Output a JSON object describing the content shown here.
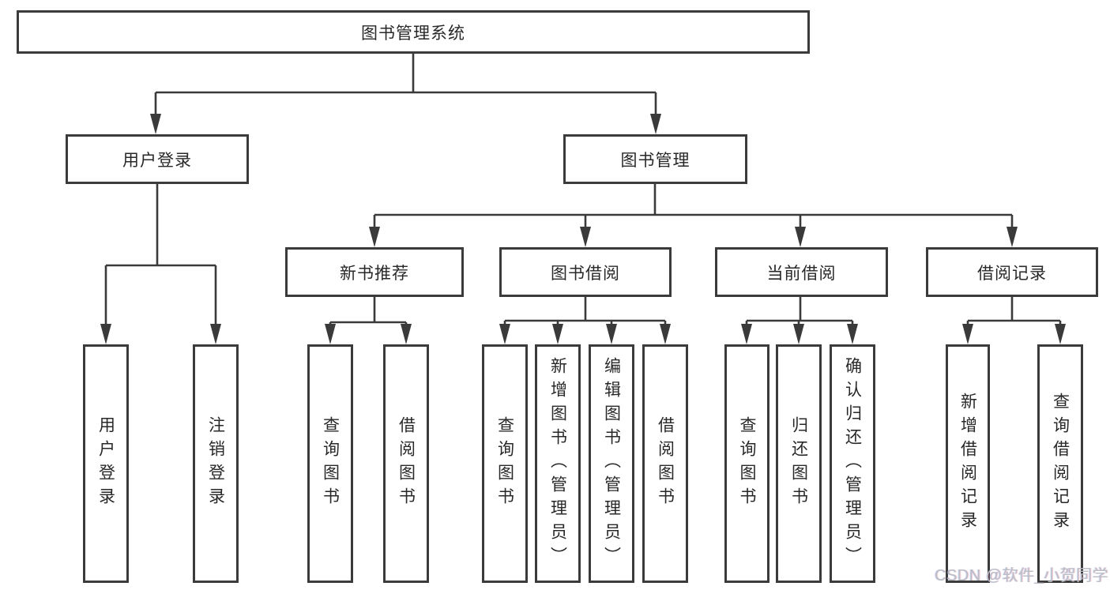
{
  "diagram": {
    "line_color": "#3a3a3a",
    "box_border_color": "#3b3b3b",
    "text_color": "#282828",
    "background_color": "#ffffff"
  },
  "tree": {
    "root": "图书管理系统",
    "children": [
      {
        "label": "用户登录",
        "children": [
          "用户登录",
          "注销登录"
        ]
      },
      {
        "label": "图书管理",
        "children": [
          {
            "label": "新书推荐",
            "children": [
              "查询图书",
              "借阅图书"
            ]
          },
          {
            "label": "图书借阅",
            "children": [
              "查询图书",
              "新增图书（管理员）",
              "编辑图书（管理员）",
              "借阅图书"
            ]
          },
          {
            "label": "当前借阅",
            "children": [
              "查询图书",
              "归还图书",
              "确认归还（管理员）"
            ]
          },
          {
            "label": "借阅记录",
            "children": [
              "新增借阅记录",
              "查询借阅记录"
            ]
          }
        ]
      }
    ]
  },
  "watermark": {
    "text": "CSDN @软件_小贺同学",
    "color": "#b9bdc7"
  }
}
